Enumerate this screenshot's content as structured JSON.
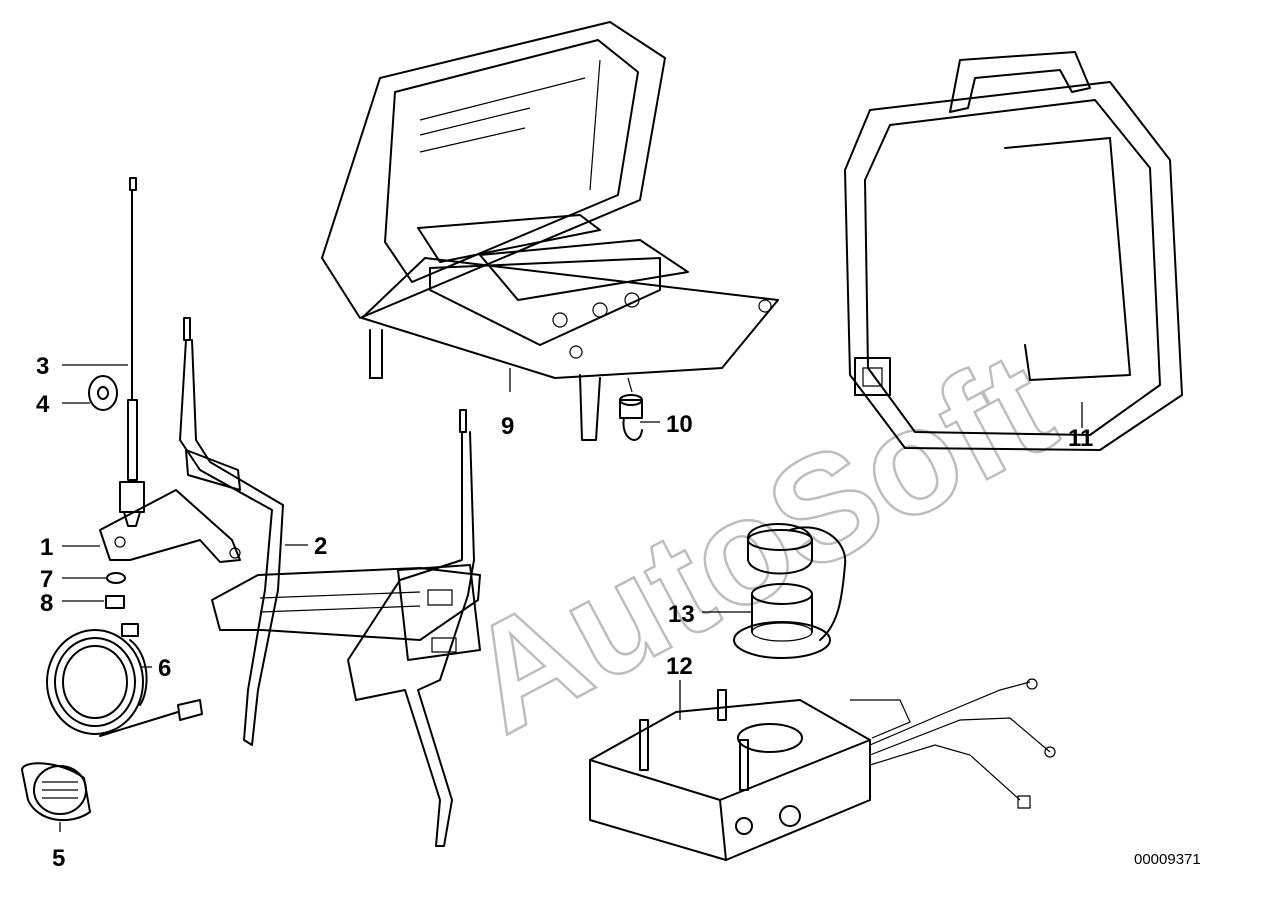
{
  "diagram": {
    "callouts": [
      {
        "id": "1",
        "label": "1"
      },
      {
        "id": "2",
        "label": "2"
      },
      {
        "id": "3",
        "label": "3"
      },
      {
        "id": "4",
        "label": "4"
      },
      {
        "id": "5",
        "label": "5"
      },
      {
        "id": "6",
        "label": "6"
      },
      {
        "id": "7",
        "label": "7"
      },
      {
        "id": "8",
        "label": "8"
      },
      {
        "id": "9",
        "label": "9"
      },
      {
        "id": "10",
        "label": "10"
      },
      {
        "id": "11",
        "label": "11"
      },
      {
        "id": "12",
        "label": "12"
      },
      {
        "id": "13",
        "label": "13"
      }
    ],
    "reference_number": "00009371",
    "watermark": "AutoSoft"
  }
}
